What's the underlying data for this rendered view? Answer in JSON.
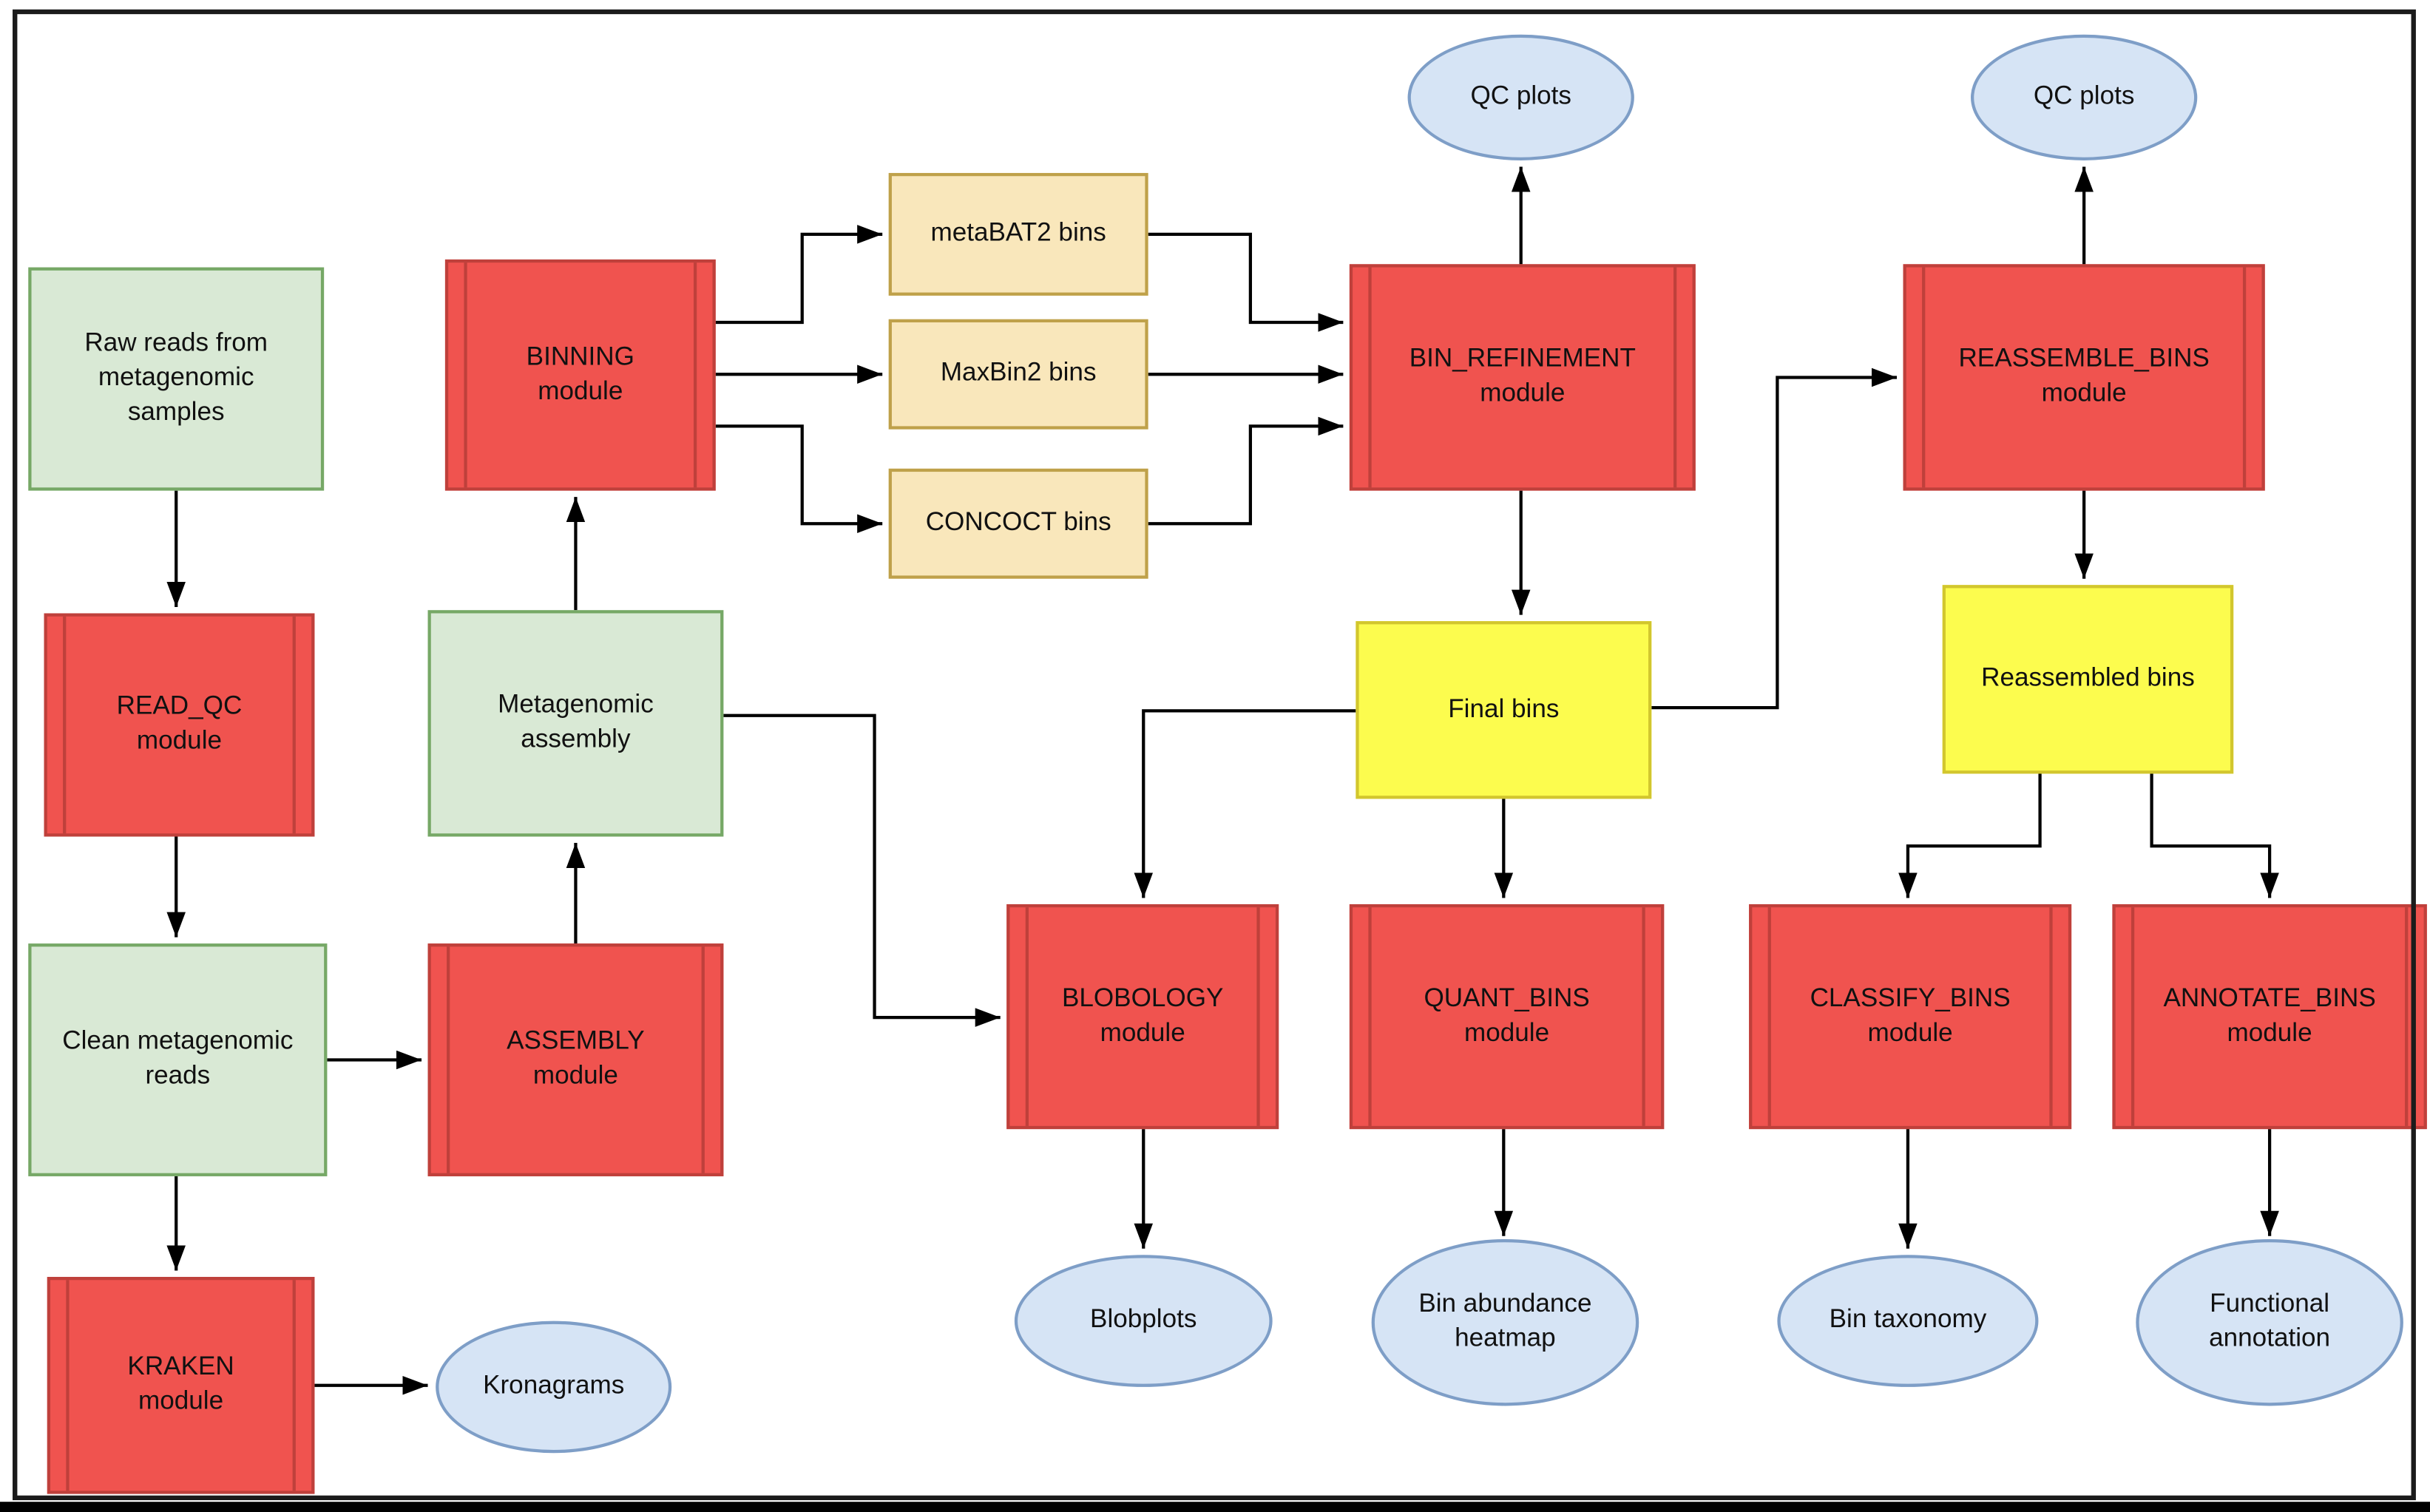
{
  "palette": {
    "red_fill": "#f0534f",
    "red_border": "#bf403b",
    "green_fill": "#d9e9d5",
    "green_border": "#76a866",
    "tan_fill": "#f9e7bb",
    "tan_border": "#bfa14a",
    "yellow_fill": "#fcfc4e",
    "yellow_border": "#d2c62e",
    "blue_fill": "#d6e4f5",
    "blue_border": "#7e9ec7",
    "arrow": "#000000"
  },
  "nodes": {
    "raw_reads": {
      "label": "Raw reads from\nmetagenomic\nsamples",
      "shape": "rectangle",
      "color": "green"
    },
    "read_qc": {
      "label": "READ_QC\nmodule",
      "shape": "process",
      "color": "red"
    },
    "clean_reads": {
      "label": "Clean metagenomic\nreads",
      "shape": "rectangle",
      "color": "green"
    },
    "kraken": {
      "label": "KRAKEN\nmodule",
      "shape": "process",
      "color": "red"
    },
    "kronagrams": {
      "label": "Kronagrams",
      "shape": "ellipse",
      "color": "blue"
    },
    "assembly": {
      "label": "ASSEMBLY\nmodule",
      "shape": "process",
      "color": "red"
    },
    "metagenomic_assembly": {
      "label": "Metagenomic\nassembly",
      "shape": "rectangle",
      "color": "green"
    },
    "binning": {
      "label": "BINNING\nmodule",
      "shape": "process",
      "color": "red"
    },
    "metabat2_bins": {
      "label": "metaBAT2 bins",
      "shape": "rectangle",
      "color": "tan"
    },
    "maxbin2_bins": {
      "label": "MaxBin2 bins",
      "shape": "rectangle",
      "color": "tan"
    },
    "concoct_bins": {
      "label": "CONCOCT bins",
      "shape": "rectangle",
      "color": "tan"
    },
    "bin_refinement": {
      "label": "BIN_REFINEMENT\nmodule",
      "shape": "process",
      "color": "red"
    },
    "qc_plots_refinement": {
      "label": "QC plots",
      "shape": "ellipse",
      "color": "blue"
    },
    "final_bins": {
      "label": "Final bins",
      "shape": "rectangle",
      "color": "yellow"
    },
    "blobology": {
      "label": "BLOBOLOGY\nmodule",
      "shape": "process",
      "color": "red"
    },
    "blobplots": {
      "label": "Blobplots",
      "shape": "ellipse",
      "color": "blue"
    },
    "quant_bins": {
      "label": "QUANT_BINS\nmodule",
      "shape": "process",
      "color": "red"
    },
    "bin_abundance_heatmap": {
      "label": "Bin abundance\nheatmap",
      "shape": "ellipse",
      "color": "blue"
    },
    "reassemble_bins": {
      "label": "REASSEMBLE_BINS\nmodule",
      "shape": "process",
      "color": "red"
    },
    "qc_plots_reassembly": {
      "label": "QC plots",
      "shape": "ellipse",
      "color": "blue"
    },
    "reassembled_bins": {
      "label": "Reassembled bins",
      "shape": "rectangle",
      "color": "yellow"
    },
    "classify_bins": {
      "label": "CLASSIFY_BINS\nmodule",
      "shape": "process",
      "color": "red"
    },
    "bin_taxonomy": {
      "label": "Bin taxonomy",
      "shape": "ellipse",
      "color": "blue"
    },
    "annotate_bins": {
      "label": "ANNOTATE_BINS\nmodule",
      "shape": "process",
      "color": "red"
    },
    "functional_annotation": {
      "label": "Functional\nannotation",
      "shape": "ellipse",
      "color": "blue"
    }
  },
  "edges": [
    "raw_reads -> read_qc",
    "read_qc -> clean_reads",
    "clean_reads -> kraken",
    "kraken -> kronagrams",
    "clean_reads -> assembly",
    "assembly -> metagenomic_assembly",
    "metagenomic_assembly -> binning",
    "binning -> metabat2_bins",
    "binning -> maxbin2_bins",
    "binning -> concoct_bins",
    "metabat2_bins -> bin_refinement",
    "maxbin2_bins -> bin_refinement",
    "concoct_bins -> bin_refinement",
    "bin_refinement -> qc_plots_refinement",
    "bin_refinement -> final_bins",
    "final_bins -> quant_bins",
    "final_bins -> blobology",
    "metagenomic_assembly -> blobology",
    "final_bins -> reassemble_bins",
    "reassemble_bins -> qc_plots_reassembly",
    "reassemble_bins -> reassembled_bins",
    "reassembled_bins -> classify_bins",
    "reassembled_bins -> annotate_bins",
    "blobology -> blobplots",
    "quant_bins -> bin_abundance_heatmap",
    "classify_bins -> bin_taxonomy",
    "annotate_bins -> functional_annotation"
  ]
}
